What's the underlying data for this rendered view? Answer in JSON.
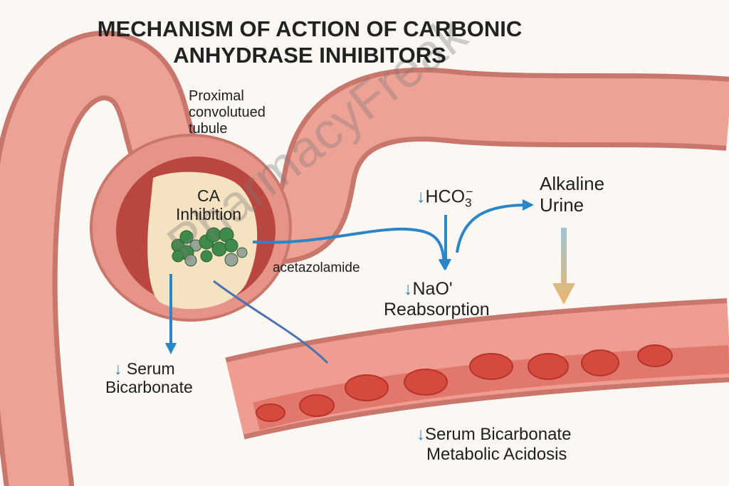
{
  "title": {
    "line1": "MECHANISM OF ACTION OF CARBONIC",
    "line2": "ANHYDRASE INHIBITORS"
  },
  "labels": {
    "tubule": [
      "Proximal",
      "convolutued",
      "tubule"
    ],
    "ca_inhibition": [
      "CA",
      "Inhibition"
    ],
    "drug": "acetazolamide",
    "hco3": {
      "arrow": "↓",
      "text": "HCO",
      "sub": "3",
      "sup": "−"
    },
    "na_reabsorption": {
      "arrow": "↓",
      "line1": "NaO'",
      "line2": "Reabsorption"
    },
    "alkaline_urine": [
      "Alkaline",
      "Urine"
    ],
    "serum_bicarbonate_left": {
      "arrow": "↓",
      "line1": "Serum",
      "line2": "Bicarbonate"
    },
    "serum_bicarbonate_bottom": {
      "arrow": "↓",
      "line1": "Serum Bicarbonate",
      "line2": "Metabolic Acidosis"
    }
  },
  "watermark": "PharmacyFreak",
  "colors": {
    "background": "#fbf8f3",
    "tubule": "#e8968a",
    "lumen": "#b9473f",
    "cell": "#f4e2c0",
    "arrow": "#2a86c6",
    "vessel": "#e58a80",
    "rbc": "#d64a3e",
    "urine_arrow": "#e9b870",
    "molecule": "#3f8a4a"
  }
}
